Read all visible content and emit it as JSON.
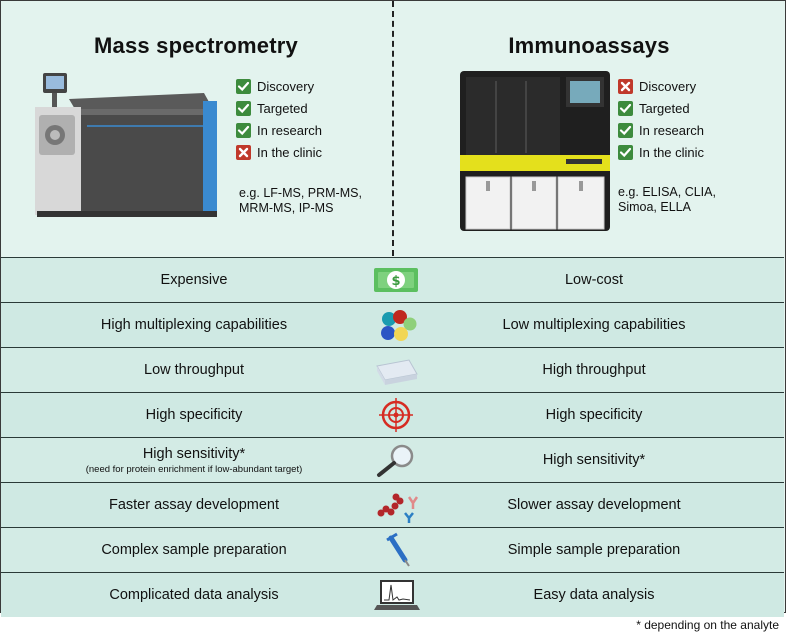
{
  "left": {
    "title": "Mass spectrometry",
    "checks": [
      {
        "label": "Discovery",
        "ok": true
      },
      {
        "label": "Targeted",
        "ok": true
      },
      {
        "label": "In research",
        "ok": true
      },
      {
        "label": "In the clinic",
        "ok": false
      }
    ],
    "examples": [
      "e.g. LF-MS, PRM-MS,",
      "MRM-MS, IP-MS"
    ]
  },
  "right": {
    "title": "Immunoassays",
    "checks": [
      {
        "label": "Discovery",
        "ok": false
      },
      {
        "label": "Targeted",
        "ok": true
      },
      {
        "label": "In research",
        "ok": true
      },
      {
        "label": "In the clinic",
        "ok": true
      }
    ],
    "examples": [
      "e.g. ELISA, CLIA,",
      "Simoa, ELLA"
    ]
  },
  "rows": [
    {
      "left": "Expensive",
      "right": "Low-cost",
      "icon": "money-icon"
    },
    {
      "left": "High multiplexing capabilities",
      "right": "Low multiplexing capabilities",
      "icon": "beads-icon"
    },
    {
      "left": "Low throughput",
      "right": "High throughput",
      "icon": "well-plate-icon"
    },
    {
      "left": "High specificity",
      "right": "High specificity",
      "icon": "target-icon"
    },
    {
      "left": "High sensitivity*",
      "left_note": "(need for protein enrichment if low-abundant target)",
      "right": "High sensitivity*",
      "icon": "magnifier-icon"
    },
    {
      "left": "Faster assay development",
      "right": "Slower assay development",
      "icon": "peptide-antibody-icon"
    },
    {
      "left": "Complex sample preparation",
      "right": "Simple sample preparation",
      "icon": "pipette-icon"
    },
    {
      "left": "Complicated data analysis",
      "right": "Easy data analysis",
      "icon": "laptop-spectrum-icon"
    }
  ],
  "footnote": "* depending on the analyte",
  "colors": {
    "check": "#3d8b3d",
    "cross": "#c0392b",
    "band": "#d3ebe5"
  }
}
